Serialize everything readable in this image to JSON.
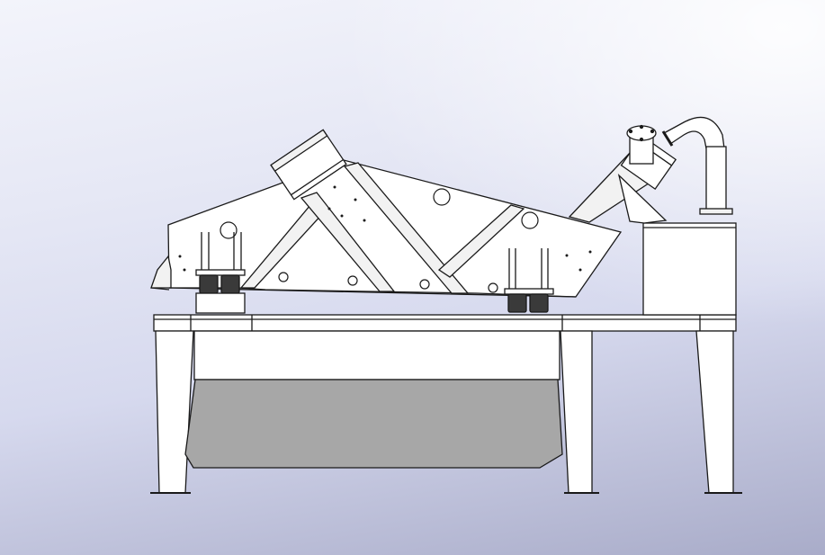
{
  "view": {
    "kind": "CAD side-view drawing",
    "background_top": "#f3f4fb",
    "background_bottom": "#a9acc9"
  },
  "colors": {
    "stroke": "#1a1a1a",
    "fill_white": "#ffffff",
    "fill_light": "#f2f2f2",
    "tank_gray": "#a7a7a7",
    "spring_dark": "#3a3a3a",
    "pipe_shadow": "#bfc0c8"
  },
  "components": {
    "frame": "support-frame",
    "tank": "sand-collection-tank",
    "screen": "dewatering-screen-deck",
    "motor": "vibration-motor",
    "springs": "spring-mounts",
    "cyclone": "hydrocyclone",
    "inlet_pipe": "feed-pipe",
    "box": "overflow-box"
  }
}
